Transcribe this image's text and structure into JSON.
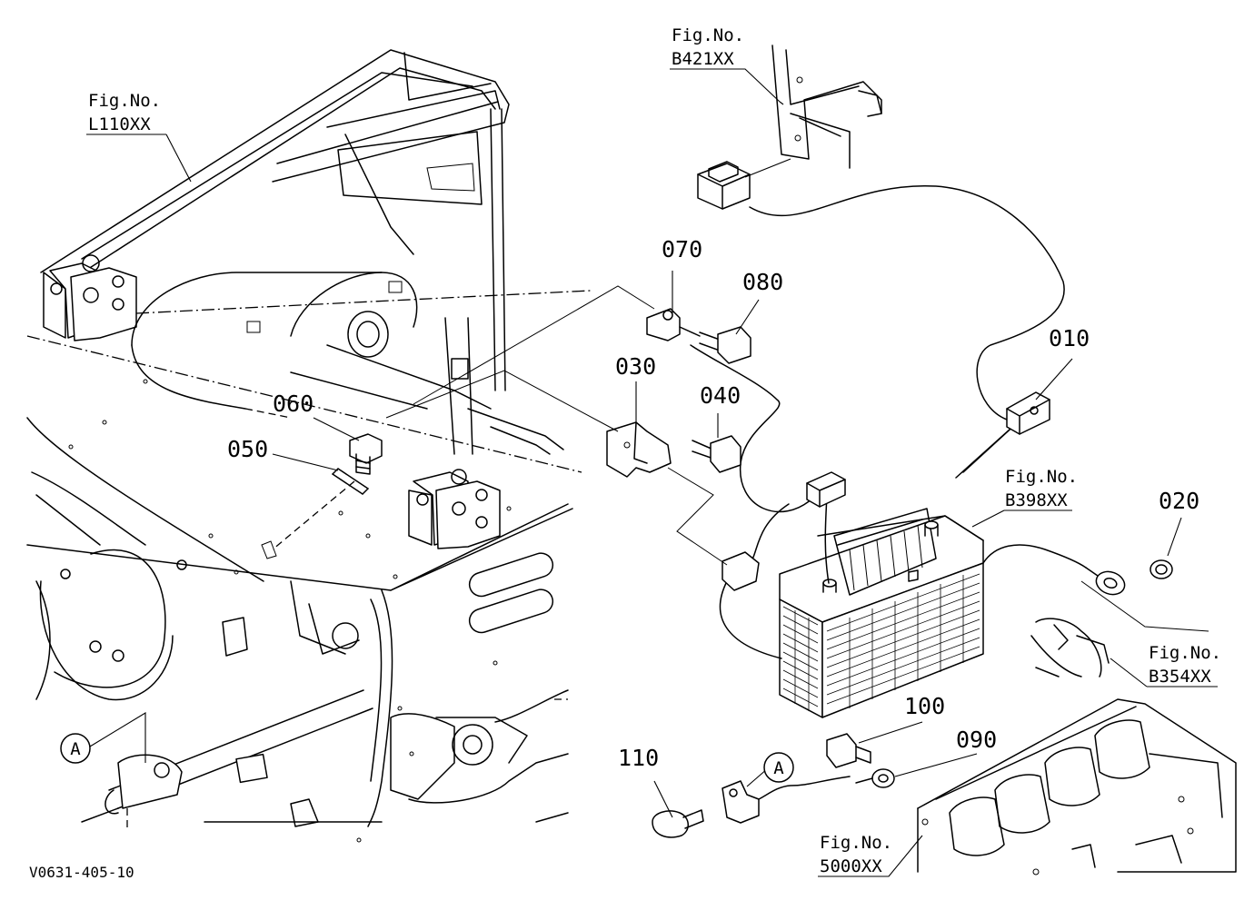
{
  "part_numbers": [
    "010",
    "020",
    "030",
    "040",
    "050",
    "060",
    "070",
    "080",
    "090",
    "100",
    "110"
  ],
  "figure_refs": [
    {
      "line1": "Fig.No.",
      "line2": "L110XX"
    },
    {
      "line1": "Fig.No.",
      "line2": "B421XX"
    },
    {
      "line1": "Fig.No.",
      "line2": "B398XX"
    },
    {
      "line1": "Fig.No.",
      "line2": "B354XX"
    },
    {
      "line1": "Fig.No.",
      "line2": "5000XX"
    }
  ],
  "detail_marker": "A",
  "drawing_code": "V0631-405-10"
}
